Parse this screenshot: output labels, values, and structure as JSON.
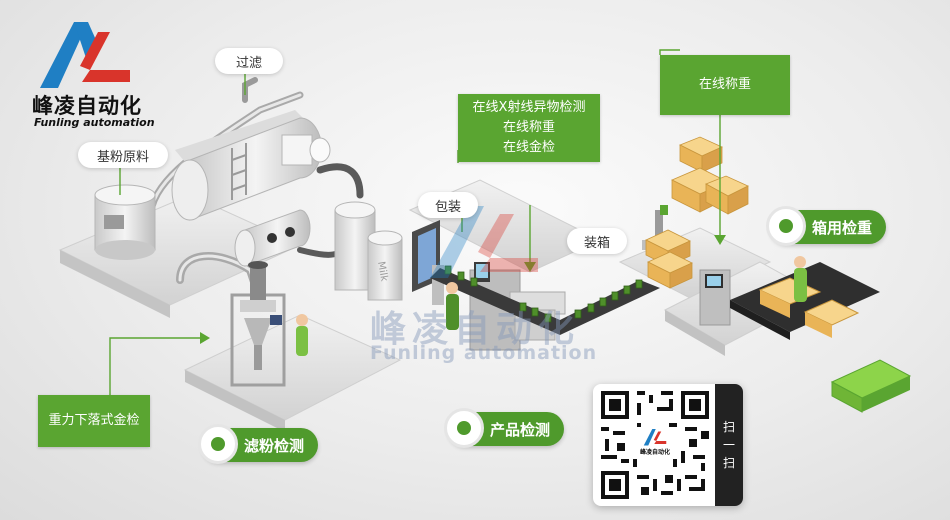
{
  "logo": {
    "name_cn": "峰凌自动化",
    "name_en": "Funling automation",
    "colors": {
      "blue": "#1f7fc4",
      "red": "#d9342b"
    }
  },
  "watermark": {
    "name_cn": "峰凌自动化",
    "name_en": "Funling automation"
  },
  "labels": {
    "filter": "过滤",
    "base_material": "基粉原料",
    "packaging": "包装",
    "boxing": "装箱",
    "milk_tank": "Milk"
  },
  "green_boxes": {
    "product_checks": [
      "在线X射线异物检测",
      "在线称重",
      "在线金检"
    ],
    "case_weighing": "在线称重",
    "gravity_detector": "重力下落式金检"
  },
  "badges": {
    "powder_inspection": "滤粉检测",
    "product_inspection": "产品检测",
    "case_check_weighing": "箱用检重"
  },
  "qr": {
    "side_text": [
      "扫",
      "一",
      "扫"
    ],
    "center_logo_text": "峰凌自动化"
  },
  "colors": {
    "accent_green": "#5aa531",
    "badge_green": "#4f9a2c",
    "carton": "#f2c46b",
    "machine_grey": "#d6d6d6"
  }
}
